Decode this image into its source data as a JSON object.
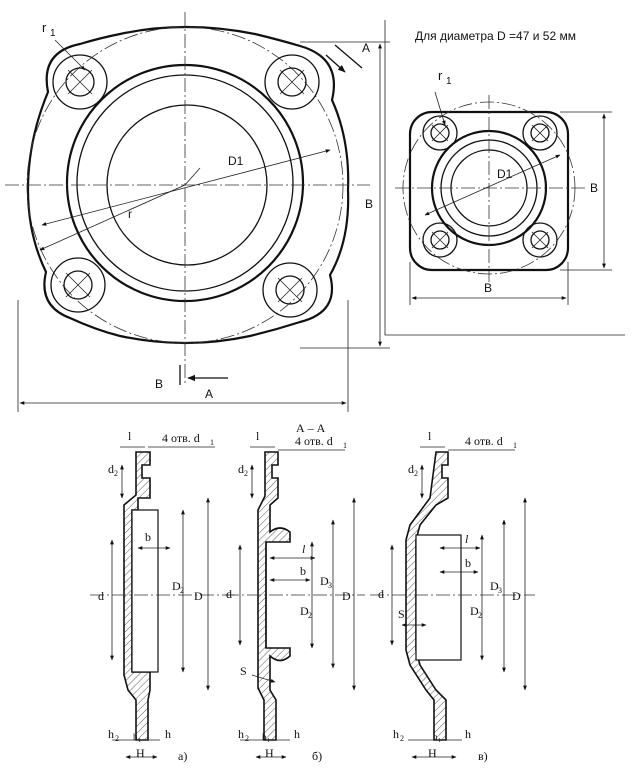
{
  "top_left": {
    "label_r1": "r",
    "label_r1_sub": "1",
    "label_d1": "D1",
    "label_r": "r",
    "label_b_right": "B",
    "label_b_bottom": "B",
    "label_a_top": "A",
    "label_a_bottom": "A"
  },
  "top_right": {
    "note": "Для диаметра D =47 и 52 мм",
    "label_r1": "r",
    "label_r1_sub": "1",
    "label_d1": "D1",
    "label_b_right": "B",
    "label_b_bottom": "B"
  },
  "sections": [
    {
      "caption": "а)",
      "header": "",
      "l": "l",
      "holes": "4 отв. d",
      "holes_sub": "1",
      "d2": "d",
      "d2_sub": "2",
      "d": "d",
      "b": "b",
      "D2": "D",
      "D2_sub": "2",
      "D": "D",
      "h2": "h",
      "h2_sub": "2",
      "h1": "h",
      "h1_sub": "1",
      "h": "h",
      "H": "H"
    },
    {
      "caption": "б)",
      "header": "А – А",
      "l": "l",
      "holes": "4 отв. d",
      "holes_sub": "1",
      "d2": "d",
      "d2_sub": "2",
      "d": "d",
      "l_italic": "l",
      "b": "b",
      "D2": "D",
      "D2_sub": "2",
      "D3": "D",
      "D3_sub": "3",
      "D": "D",
      "S": "S",
      "h2": "h",
      "h2_sub": "2",
      "h1": "h",
      "h1_sub": "1",
      "h": "h",
      "H": "H"
    },
    {
      "caption": "в)",
      "header": "",
      "l": "l",
      "holes": "4 отв. d",
      "holes_sub": "1",
      "d2": "d",
      "d2_sub": "2",
      "d": "d",
      "l_italic": "l",
      "b": "b",
      "D2": "D",
      "D2_sub": "2",
      "D3": "D",
      "D3_sub": "3",
      "D": "D",
      "S": "S",
      "h2": "h",
      "h2_sub": "2",
      "h1": "h",
      "h1_sub": "1",
      "h": "h",
      "H": "H"
    }
  ]
}
